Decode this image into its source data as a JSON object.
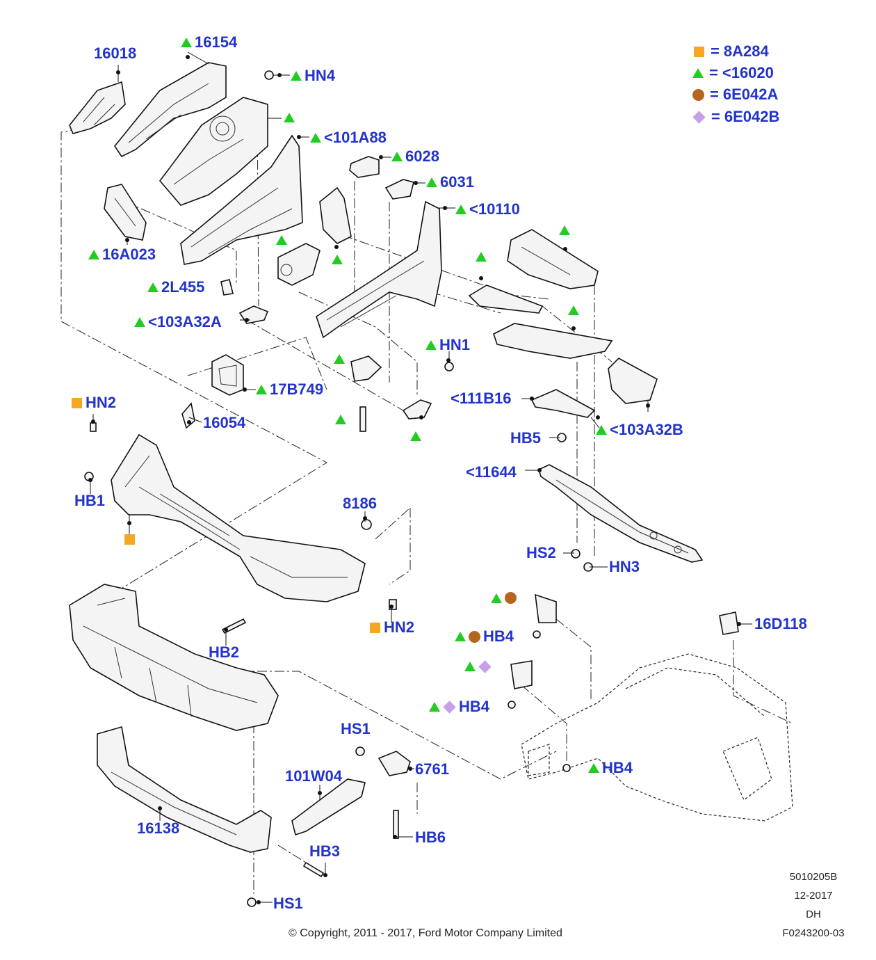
{
  "legend": [
    {
      "symbol": "square",
      "color": "#f5a623",
      "text": "8A284"
    },
    {
      "symbol": "triangle",
      "color": "#22cc22",
      "text": "<16020"
    },
    {
      "symbol": "circle",
      "color": "#b5651d",
      "text": "6E042A"
    },
    {
      "symbol": "diamond",
      "color": "#c9a0e8",
      "text": "6E042B"
    }
  ],
  "callouts": [
    {
      "id": "c1",
      "text": "16018",
      "symbols": []
    },
    {
      "id": "c2",
      "text": "16154",
      "symbols": [
        "triangle"
      ]
    },
    {
      "id": "c3",
      "text": "HN4",
      "symbols": [
        "triangle"
      ]
    },
    {
      "id": "c4",
      "text": "",
      "symbols": [
        "triangle"
      ]
    },
    {
      "id": "c5",
      "text": "<101A88",
      "symbols": [
        "triangle"
      ]
    },
    {
      "id": "c6",
      "text": "6028",
      "symbols": [
        "triangle"
      ]
    },
    {
      "id": "c7",
      "text": "6031",
      "symbols": [
        "triangle"
      ]
    },
    {
      "id": "c8",
      "text": "<10110",
      "symbols": [
        "triangle"
      ]
    },
    {
      "id": "c9",
      "text": "16A023",
      "symbols": [
        "triangle"
      ]
    },
    {
      "id": "c10",
      "text": "2L455",
      "symbols": [
        "triangle"
      ]
    },
    {
      "id": "c11",
      "text": "<103A32A",
      "symbols": [
        "triangle"
      ]
    },
    {
      "id": "c12",
      "text": "17B749",
      "symbols": [
        "triangle"
      ]
    },
    {
      "id": "c13",
      "text": "HN1",
      "symbols": [
        "triangle"
      ]
    },
    {
      "id": "c14",
      "text": "HN2",
      "symbols": [
        "square"
      ]
    },
    {
      "id": "c15",
      "text": "16054",
      "symbols": []
    },
    {
      "id": "c16",
      "text": "<111B16",
      "symbols": []
    },
    {
      "id": "c17",
      "text": "HB5",
      "symbols": []
    },
    {
      "id": "c18",
      "text": "<103A32B",
      "symbols": [
        "triangle"
      ]
    },
    {
      "id": "c19",
      "text": "<11644",
      "symbols": []
    },
    {
      "id": "c20",
      "text": "HB1",
      "symbols": []
    },
    {
      "id": "c21",
      "text": "8186",
      "symbols": []
    },
    {
      "id": "c22",
      "text": "HS2",
      "symbols": []
    },
    {
      "id": "c23",
      "text": "HN3",
      "symbols": []
    },
    {
      "id": "c24",
      "text": "HN2",
      "symbols": [
        "square"
      ]
    },
    {
      "id": "c25",
      "text": "HB2",
      "symbols": []
    },
    {
      "id": "c26",
      "text": "HB4",
      "symbols": [
        "triangle",
        "circle"
      ]
    },
    {
      "id": "c27",
      "text": "16D118",
      "symbols": []
    },
    {
      "id": "c28",
      "text": "HB4",
      "symbols": [
        "triangle",
        "diamond"
      ]
    },
    {
      "id": "c29",
      "text": "HS1",
      "symbols": []
    },
    {
      "id": "c30",
      "text": "6761",
      "symbols": []
    },
    {
      "id": "c31",
      "text": "101W04",
      "symbols": []
    },
    {
      "id": "c32",
      "text": "HB4",
      "symbols": [
        "triangle"
      ]
    },
    {
      "id": "c33",
      "text": "16138",
      "symbols": []
    },
    {
      "id": "c34",
      "text": "HB6",
      "symbols": []
    },
    {
      "id": "c35",
      "text": "HB3",
      "symbols": []
    },
    {
      "id": "c36",
      "text": "HS1",
      "symbols": []
    }
  ],
  "standalone_symbols": [
    {
      "id": "s1",
      "symbols": [
        "triangle"
      ]
    },
    {
      "id": "s2",
      "symbols": [
        "triangle"
      ]
    },
    {
      "id": "s3",
      "symbols": [
        "triangle"
      ]
    },
    {
      "id": "s4",
      "symbols": [
        "triangle"
      ]
    },
    {
      "id": "s5",
      "symbols": [
        "triangle"
      ]
    },
    {
      "id": "s6",
      "symbols": [
        "triangle"
      ]
    },
    {
      "id": "s7",
      "symbols": [
        "triangle"
      ]
    },
    {
      "id": "s8",
      "symbols": [
        "triangle"
      ]
    },
    {
      "id": "s9",
      "symbols": [
        "square"
      ]
    },
    {
      "id": "s10",
      "symbols": [
        "triangle",
        "circle"
      ]
    },
    {
      "id": "s11",
      "symbols": [
        "triangle",
        "diamond"
      ]
    }
  ],
  "meta": {
    "code": "5010205B",
    "date": "12-2017",
    "author": "DH",
    "figure": "F0243200-03",
    "copyright": "© Copyright, 2011 - 2017, Ford Motor Company Limited"
  }
}
